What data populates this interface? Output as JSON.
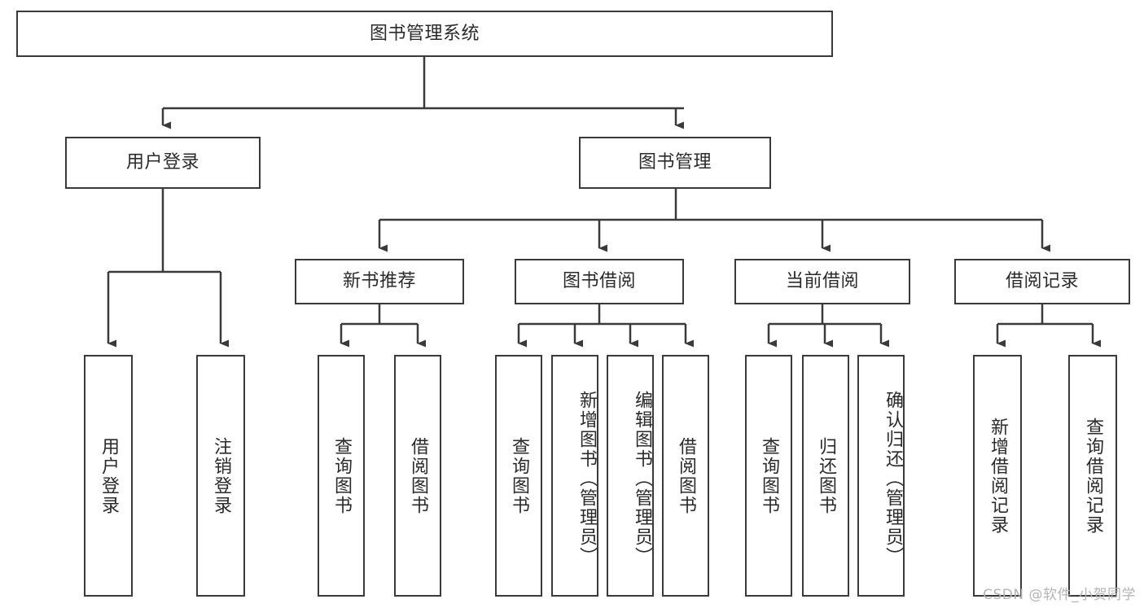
{
  "diagram": {
    "title": "图书管理系统",
    "type": "tree",
    "watermark": "CSDN @软件_小贺同学",
    "colors": {
      "stroke": "#3a3a3a",
      "fill": "#ffffff",
      "text": "#2a2a2a",
      "watermark": "#b4b4b4"
    },
    "nodes": {
      "root": {
        "label": "图书管理系统"
      },
      "level1": [
        {
          "id": "user-login",
          "label": "用户登录"
        },
        {
          "id": "book-management",
          "label": "图书管理"
        }
      ],
      "level2": [
        {
          "id": "new-book-recommend",
          "label": "新书推荐"
        },
        {
          "id": "book-borrow",
          "label": "图书借阅"
        },
        {
          "id": "current-borrow",
          "label": "当前借阅"
        },
        {
          "id": "borrow-record",
          "label": "借阅记录"
        }
      ],
      "leaves": {
        "user_login": [
          {
            "id": "leaf-user-login",
            "label": "用户登录"
          },
          {
            "id": "leaf-logout-login",
            "label": "注销登录"
          }
        ],
        "new_book_recommend": [
          {
            "id": "leaf-query-book-1",
            "label": "查询图书"
          },
          {
            "id": "leaf-borrow-book-1",
            "label": "借阅图书"
          }
        ],
        "book_borrow": [
          {
            "id": "leaf-query-book-2",
            "label": "查询图书"
          },
          {
            "id": "leaf-add-book",
            "label": "新增图书（管理员）"
          },
          {
            "id": "leaf-edit-book",
            "label": "编辑图书（管理员）"
          },
          {
            "id": "leaf-borrow-book-2",
            "label": "借阅图书"
          }
        ],
        "current_borrow": [
          {
            "id": "leaf-query-book-3",
            "label": "查询图书"
          },
          {
            "id": "leaf-return-book",
            "label": "归还图书"
          },
          {
            "id": "leaf-confirm-return",
            "label": "确认归还（管理员）"
          }
        ],
        "borrow_record": [
          {
            "id": "leaf-add-record",
            "label": "新增借阅记录"
          },
          {
            "id": "leaf-query-record",
            "label": "查询借阅记录"
          }
        ]
      }
    }
  }
}
